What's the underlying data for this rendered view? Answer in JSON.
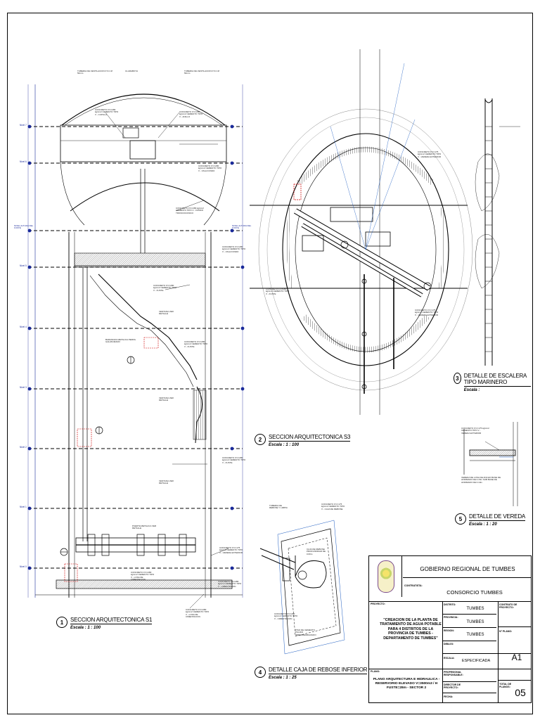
{
  "title_block": {
    "gobierno": "GOBIERNO REGIONAL DE TUMBES",
    "contratista_label": "CONTRATISTA:",
    "contratista": "CONSORCIO TUMBES",
    "proyecto_label": "PROYECTO:",
    "proyecto": "\"CREACION DE LA PLANTA DE TRATAMIENTO DE AGUA POTABLE PARA 4 DISTRITOS DE LA PROVINCIA DE TUMBES - DEPARTAMENTO DE TUMBES\"",
    "distrito_label": "DISTRITO:",
    "distrito": "TUMBES",
    "provincia_label": "PROVINCIA:",
    "provincia": "TUMBES",
    "region_label": "REGION:",
    "region": "TUMBES",
    "dibujo_label": "DIBUJO:",
    "escala_label": "ESCALA:",
    "escala": "ESPECIFICADA",
    "contrato_label": "CONTRATO DE PROYECTO:",
    "plano_n_label": "N° PLANO:",
    "plano_n": "A1",
    "plano_label": "PLANO:",
    "plano": "PLANO ARQUITECTURA E HIDRAULICA - RESERVORIO ELEVADO V=3500m3 / H FUSTE=28m - SECTOR 2",
    "profesional_label": "PROFESIONAL RESPONSABLE:",
    "director_label": "DIRECTOR DE PROYECTO:",
    "fecha_label": "FECHA:",
    "total_label": "TOTAL DE PLANOS:",
    "total": "05"
  },
  "details": [
    {
      "num": "1",
      "title": "SECCION ARQUITECTONICA S1",
      "scale": "Escala : 1 : 100"
    },
    {
      "num": "2",
      "title": "SECCION ARQUITECTONICA S3",
      "scale": "Escala : 1 : 100"
    },
    {
      "num": "3",
      "title": "DETALLE DE ESCALERA TIPO MARINERO",
      "scale": "Escala :"
    },
    {
      "num": "4",
      "title": "DETALLE CAJA DE REBOSE INFERIOR",
      "scale": "Escala : 1 : 25"
    },
    {
      "num": "5",
      "title": "DETALLE DE VEREDA",
      "scale": "Escala : 1 : 20"
    }
  ],
  "annotations": {
    "tuberia_vent_left": "TUBERIA DE VENTILACION P.V.C Ø 50mm",
    "claraboya": "CLARABOYA",
    "tuberia_vent_right": "TUBERIA DE VENTILACION P.V.C Ø 50mm",
    "concreto_cupula": "CONCRETO F'C=280 kg/cm2 CEMENTO TIPO V - CUPULA",
    "concreto_anillo": "CONCRETO F'C=280 kg/cm2 CEMENTO TIPO V - ANILLO",
    "concreto_fondo": "CONCRETO F'C=280 kg/cm2 CEMENTO TIPO V - FONDO TRONCOCONICO",
    "concreto_viga": "CONCRETO F'C=280 kg/cm2 CEMENTO TIPO V - VIGA FONDO",
    "concreto_fuste": "CONCRETO F'C=280 kg/cm2 CEMENTO TIPO V - FUSTE",
    "ventana": "VENTANA VER DETALLE",
    "barandas": "BARANDAS METALICA PERFIL GALVANIZADO",
    "puerta": "PUERTA METALICA VER DETALLE",
    "concreto_vereda": "CONCRETO F'C=175 kg/cm2 CEMENTO TIPO V - VEREDA EXTERIOR",
    "concreto_cimentacion": "CONCRETO F'C=280 kg/cm2 CEMENTO TIPO V - CIMENTACION",
    "concreto_losa": "CONCRETO F'C=280 kg/cm2 CEMENTO TIPO V - LOSA DE CIMENTACION",
    "nivel_fuste": "NIVEL ALTURA DEL FUSTE",
    "caja_rebose": "CAJA DE REBOSE PROFUNDIDAD DE 0.60m",
    "tuberia_rebose": "TUBERIA DE REBOSE Y LIMPIA",
    "piso_cemento": "PISO DE CEMENTO PULIDO IMPERMEABILIZADO",
    "vereda_losa": "VEREDA DE LOSA DE ANCHO BASE DE AFIRMADO DE 0.15m SUB BASE DE AFIRMADO DE 0.10m",
    "concreto_caja": "CONCRETO F'C=175 kg/cm2 CEMENTO TIPO V - CAJA DE REBOSE"
  },
  "levels": [
    "Nivel 7",
    "Nivel 6",
    "Nivel 5",
    "Nivel 4",
    "Nivel 3",
    "Nivel 2",
    "Nivel 1",
    "Nivel 0"
  ],
  "icons": [
    "shield-icon",
    "section-marker-icon",
    "grid-bubble-icon"
  ]
}
